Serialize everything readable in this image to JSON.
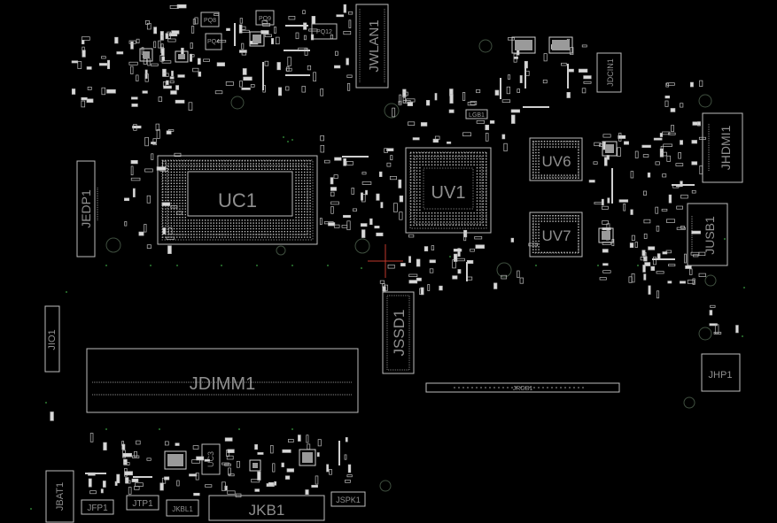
{
  "board": {
    "components": {
      "uc1": "UC1",
      "uv1": "UV1",
      "uv6": "UV6",
      "uv7": "UV7",
      "jdimm1": "JDIMM1",
      "jssd1": "JSSD1",
      "jedp1": "JEDP1",
      "jio1": "JIO1",
      "jwlan1": "JWLAN1",
      "jdcin1": "JDCIN1",
      "jhdmi1": "JHDMI1",
      "jusb1": "JUSB1",
      "jhp1": "JHP1",
      "jbat1": "JBAT1",
      "jfp1": "JFP1",
      "jtp1": "JTP1",
      "jkbl1": "JKBL1",
      "jkb1": "JKB1",
      "jspk1": "JSPK1",
      "uc3": "UC3",
      "jrgb1": "JRGB1",
      "pq12": "PQ12",
      "pq8": "PQ8",
      "pq9": "PQ9",
      "pq4": "PQ4",
      "lgb1": "LGB1"
    }
  }
}
